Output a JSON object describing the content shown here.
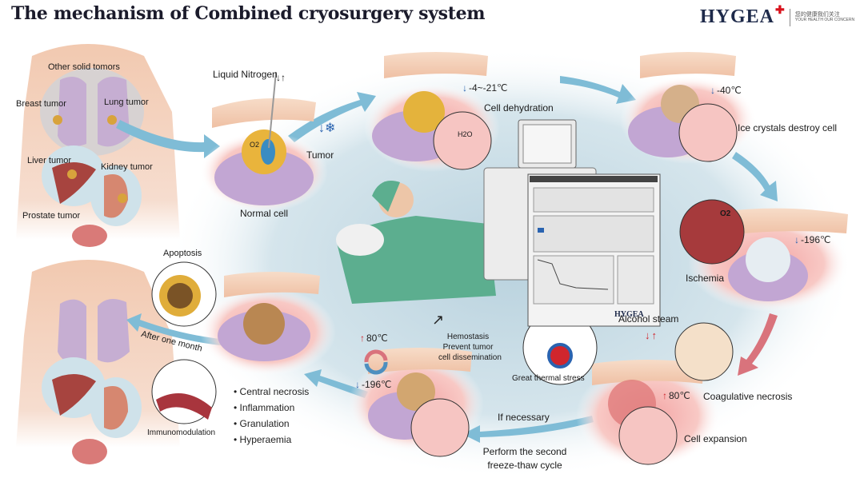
{
  "header": {
    "title": "The mechanism of Combined cryosurgery system",
    "logo": {
      "brand": "HYGEA",
      "slogan_cn": "您的健康我们关注",
      "slogan_en": "YOUR HEALTH OUR CONCERN",
      "brand_color": "#1e2a4a",
      "cross_color": "#d8121c"
    }
  },
  "body_map": {
    "title": "Other solid tomors",
    "organs": [
      "Breast tumor",
      "Lung tumor",
      "Liver tumor",
      "Kidney tumor",
      "Prostate tumor"
    ]
  },
  "stage1": {
    "probe_label": "Liquid Nitrogen",
    "tumor_label": "Tumor",
    "normal_label": "Normal cell",
    "oxygen": "O2"
  },
  "stage2": {
    "temperature": "-4~-21℃",
    "label": "Cell dehydration",
    "water": "H2O"
  },
  "stage3": {
    "temperature": "-40℃",
    "label": "Ice crystals destroy cell"
  },
  "stage4": {
    "temperature": "-196℃",
    "label": "Ischemia",
    "oxygen": "O2"
  },
  "stage5": {
    "probe_label": "Alcohol  steam",
    "thermal_label": "Great thermal stress",
    "temperature": "80℃",
    "label": "Coagulative necrosis",
    "sub_label": "Cell expansion"
  },
  "repeat_cycle": {
    "condition": "If necessary",
    "action_line1": "Perform the second",
    "action_line2": "freeze-thaw  cycle"
  },
  "stage6": {
    "temp_high": "80℃",
    "temp_low": "-196℃",
    "note1": "Hemostasis",
    "note2_line1": "Prevent tumor",
    "note2_line2": "cell dissemination"
  },
  "stage7": {
    "outcomes": [
      "Central necrosis",
      "Inflammation",
      "Granulation",
      "Hyperaemia"
    ]
  },
  "followup": {
    "arrow_label": "After one month",
    "apoptosis_label": "Apoptosis",
    "immuno_label": "Immunomodulation"
  },
  "device": {
    "brand": "HYGEA"
  },
  "colors": {
    "cold": "#2a63b0",
    "hot": "#d0262d",
    "arrow": "#6fb3cf",
    "background_halo": "#cfe1ea",
    "skin": "#f1cbb0",
    "tumor": "#e3ad3a",
    "normal_cell": "#b99ac8"
  }
}
